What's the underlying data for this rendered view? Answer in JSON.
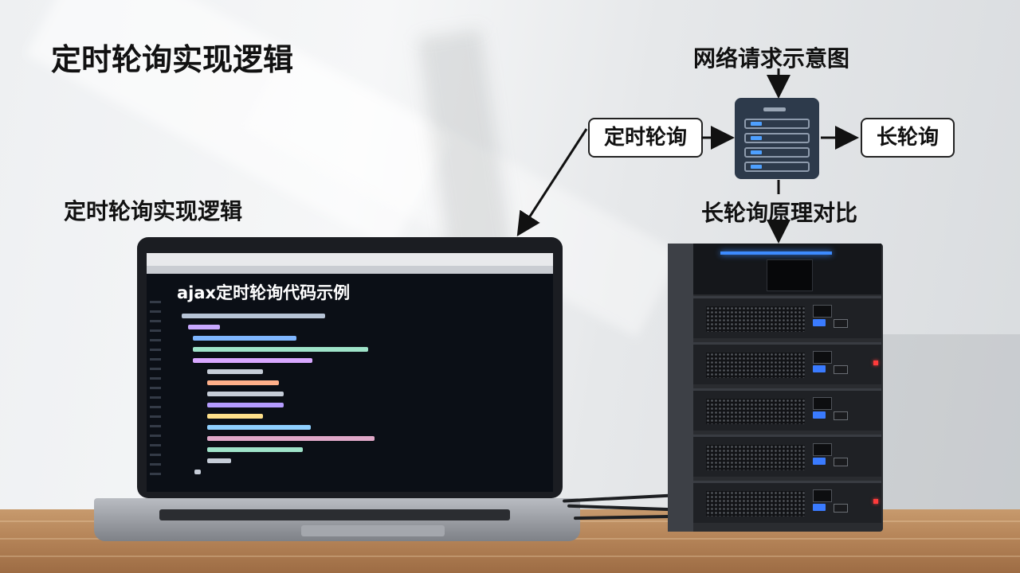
{
  "slide": {
    "title": "定时轮询实现逻辑",
    "subtitle": "定时轮询实现逻辑"
  },
  "laptop": {
    "code_heading": "ajax定时轮询代码示例"
  },
  "diagram": {
    "title": "网络请求示意图",
    "node_left": "定时轮询",
    "node_right": "长轮询",
    "caption": "长轮询原理对比"
  },
  "colors": {
    "arrow": "#111111",
    "server_icon": "#2d3a4b",
    "server_led": "#3d8bff",
    "status_led": "#ff3b3b"
  }
}
